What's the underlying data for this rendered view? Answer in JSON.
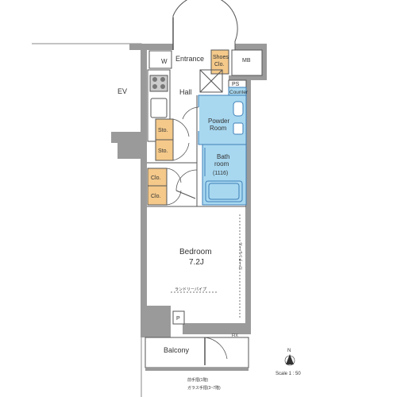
{
  "labels": {
    "ev": "EV",
    "w": "W",
    "entrance": "Entrance",
    "shoes_line1": "Shoes",
    "shoes_line2": "Clo.",
    "mb": "MB",
    "ps": "PS",
    "counter": "Counter",
    "hall": "Hall",
    "powder_line1": "Powder",
    "powder_line2": "Room",
    "bath_line1": "Bath",
    "bath_line2": "room",
    "bath_size": "(1116)",
    "sto1": "Sto.",
    "sto2": "Sto.",
    "clo1": "Clo.",
    "clo2": "Clo.",
    "bedroom": "Bedroom",
    "bedroom_size": "7.2J",
    "laundry_pipe": "ランドリーパイプ",
    "curtain_rail": "カーテンレール",
    "p": "P",
    "fix": "FIX",
    "balcony": "Balcony",
    "handrail_line1": "前手摺(1階)",
    "handrail_line2": "ガラス手摺(3~7階)",
    "north": "N",
    "scale": "Scale 1 : 50"
  },
  "colors": {
    "wall": "#9a9a9a",
    "line": "#555555",
    "storage": "#f4c98a",
    "bath": "#a8d8f0",
    "bath_outline": "#3e7fb8",
    "text": "#333333"
  }
}
